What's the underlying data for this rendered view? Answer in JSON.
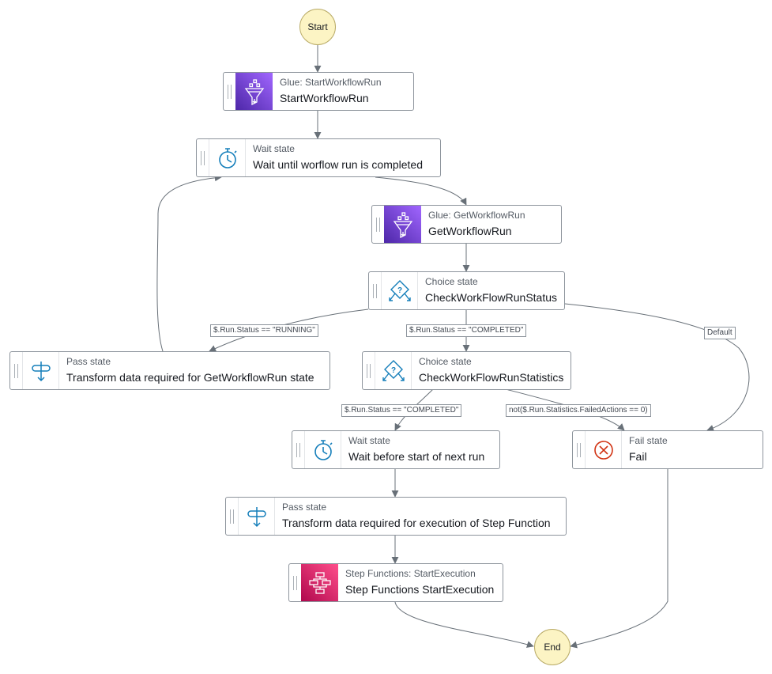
{
  "start": {
    "label": "Start"
  },
  "end": {
    "label": "End"
  },
  "states": {
    "start_workflow_run": {
      "kind": "Glue: StartWorkflowRun",
      "name": "StartWorkflowRun",
      "icon": "glue-icon"
    },
    "wait_completed": {
      "kind": "Wait state",
      "name": "Wait until worflow run is completed",
      "icon": "timer-icon"
    },
    "get_workflow_run": {
      "kind": "Glue: GetWorkflowRun",
      "name": "GetWorkflowRun",
      "icon": "glue-icon"
    },
    "check_status": {
      "kind": "Choice state",
      "name": "CheckWorkFlowRunStatus",
      "icon": "choice-icon"
    },
    "transform_get": {
      "kind": "Pass state",
      "name": "Transform data required for GetWorkflowRun state",
      "icon": "pass-icon"
    },
    "check_statistics": {
      "kind": "Choice state",
      "name": "CheckWorkFlowRunStatistics",
      "icon": "choice-icon"
    },
    "wait_next_run": {
      "kind": "Wait state",
      "name": "Wait before start of next run",
      "icon": "timer-icon"
    },
    "fail": {
      "kind": "Fail state",
      "name": "Fail",
      "icon": "fail-icon"
    },
    "transform_exec": {
      "kind": "Pass state",
      "name": "Transform data required for execution of Step Function",
      "icon": "pass-icon"
    },
    "start_execution": {
      "kind": "Step Functions: StartExecution",
      "name": "Step Functions StartExecution",
      "icon": "step-functions-icon"
    }
  },
  "edge_labels": {
    "running": "$.Run.Status == \"RUNNING\"",
    "completed": "$.Run.Status == \"COMPLETED\"",
    "default": "Default",
    "stats_completed": "$.Run.Status == \"COMPLETED\"",
    "failed_actions": "not($.Run.Statistics.FailedActions == 0)"
  },
  "colors": {
    "edge": "#687078",
    "glue_gradient": [
      "#4d27a8",
      "#a166ff"
    ],
    "step_functions_gradient": [
      "#b0084d",
      "#ff4f8b"
    ],
    "icon_blue": "#147eba",
    "fail_red": "#d13212",
    "terminal_fill": "#fcf4c4"
  }
}
